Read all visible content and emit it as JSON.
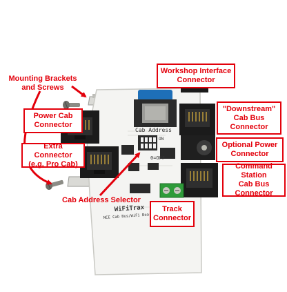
{
  "labels": {
    "mounting_brackets": "Mounting Brackets\nand Screws",
    "workshop_interface": "Workshop Interface\nConnector",
    "power_cab": "Power Cab\nConnector",
    "downstream_cab_bus": "\"Downstream\"\nCab Bus\nConnector",
    "extra_connector": "Extra Connector\n(e.g. Pro Cab)",
    "optional_power": "Optional Power\nConnector",
    "command_station_cab_bus": "Command Station\nCab Bus\nConnector",
    "cab_address_selector": "Cab Address Selector",
    "track_connector": "Track\nConnector"
  },
  "silkscreen": {
    "cab_address": "Cab Address",
    "on": "ON",
    "off": "0=OFF",
    "brand": "WiFiTrax",
    "subtitle": "NCE Cab Bus/WiFi Board"
  },
  "colors": {
    "callout_red": "#e3000b",
    "board_white": "#f4f4f2",
    "connector_black": "#1b1b1b",
    "module_blue": "#1e6fb8",
    "terminal_green": "#2e9b3a"
  }
}
